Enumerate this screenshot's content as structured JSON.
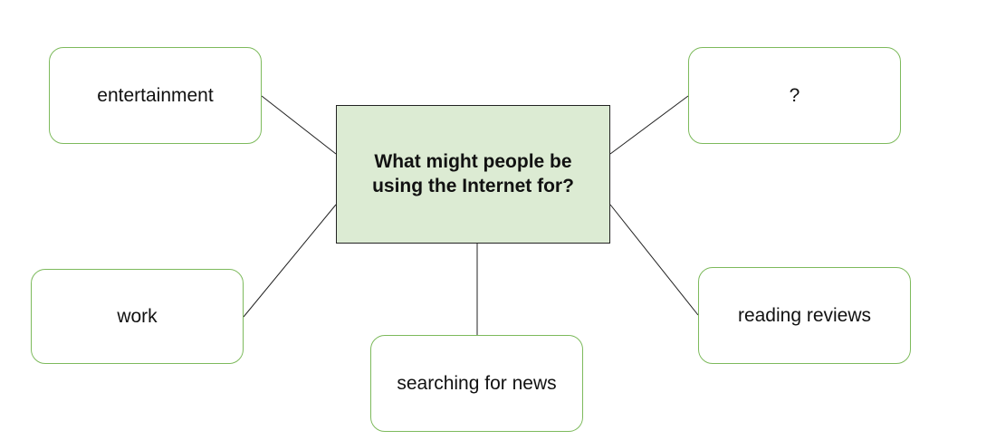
{
  "center": {
    "text": "What might people be using the Internet for?"
  },
  "nodes": {
    "entertainment": "entertainment",
    "question": "?",
    "work": "work",
    "reviews": "reading reviews",
    "news": "searching for news"
  },
  "colors": {
    "center_fill": "#dcebd3",
    "node_border": "#7dba5c",
    "line": "#222222"
  }
}
